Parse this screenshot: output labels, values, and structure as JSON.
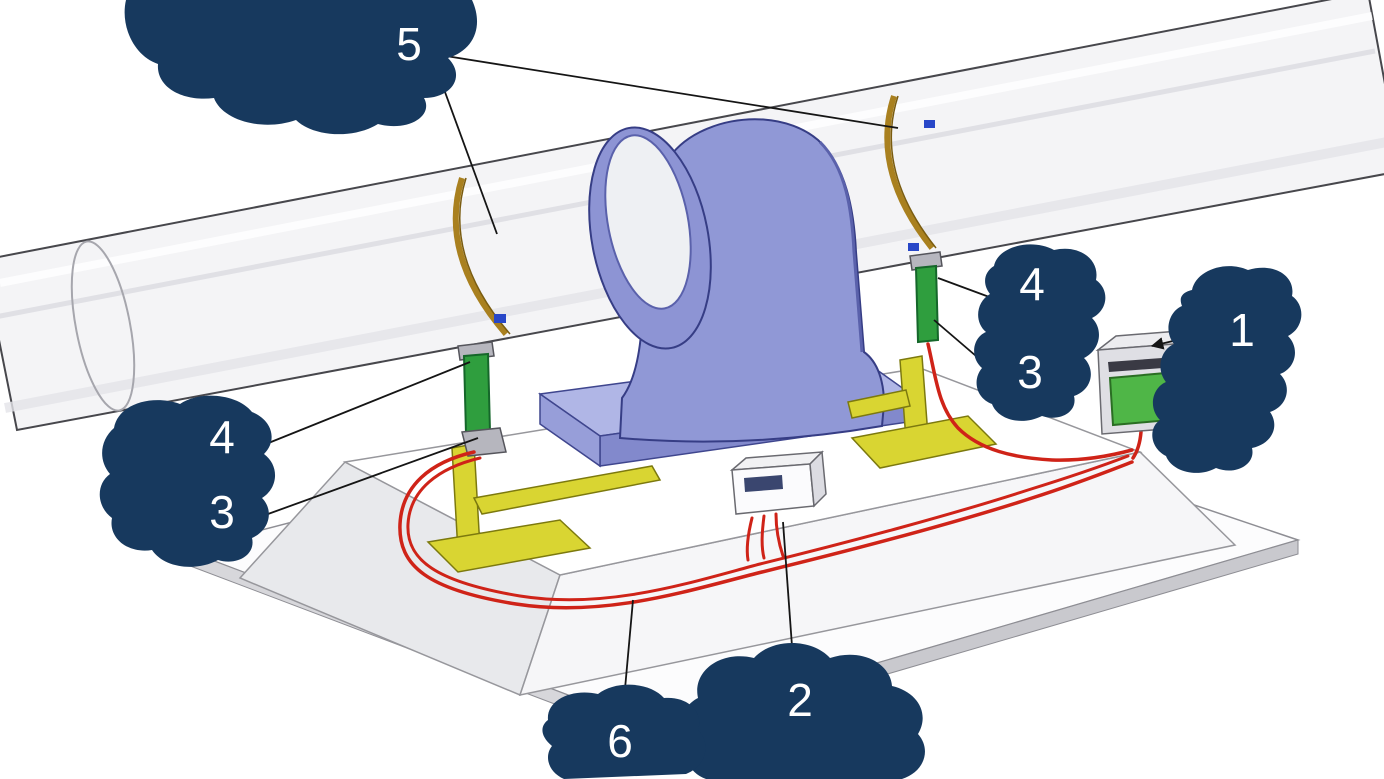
{
  "callouts": {
    "c1": {
      "label": "1"
    },
    "c2": {
      "label": "2"
    },
    "c3_left": {
      "label": "3"
    },
    "c4_left": {
      "label": "4"
    },
    "c3_right": {
      "label": "3"
    },
    "c4_right": {
      "label": "4"
    },
    "c5": {
      "label": "5"
    },
    "c6": {
      "label": "6"
    }
  },
  "colors": {
    "callout": "#17395e",
    "cable": "#cf2318",
    "sensor": "#2f9e3e",
    "bracket": "#d9d532",
    "bearing": "#9098d6",
    "bearing_light": "#b0b6e6",
    "band": "#a9801f",
    "clip": "#2847c8",
    "screen": "#4fb647",
    "pipe": "#f4f4f6",
    "platform": "#ffffff"
  }
}
